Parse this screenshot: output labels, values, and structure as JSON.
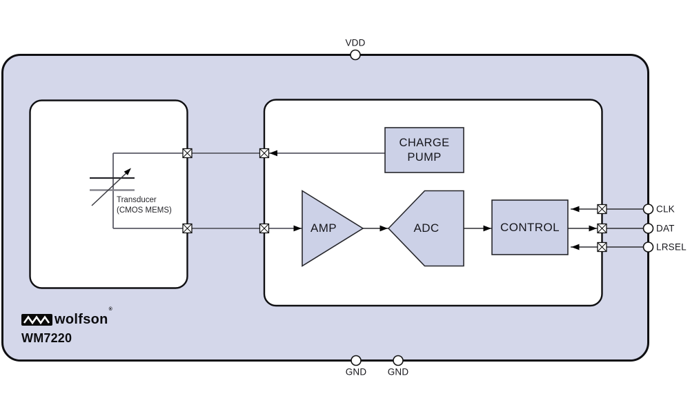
{
  "part": {
    "number": "WM7220"
  },
  "brand": {
    "name": "wolfson",
    "registered_mark": "®"
  },
  "pins": {
    "vdd": {
      "label": "VDD"
    },
    "gnd_left": {
      "label": "GND"
    },
    "gnd_right": {
      "label": "GND"
    },
    "clk": {
      "label": "CLK"
    },
    "dat": {
      "label": "DAT"
    },
    "lrsel": {
      "label": "LRSEL"
    }
  },
  "blocks": {
    "charge_pump": {
      "line1": "CHARGE",
      "line2": "PUMP"
    },
    "amp": {
      "label": "AMP"
    },
    "adc": {
      "label": "ADC"
    },
    "control": {
      "label": "CONTROL"
    }
  },
  "transducer": {
    "title": "Transducer",
    "subtitle": "(CMOS MEMS)"
  },
  "colors": {
    "chip_fill": "#d4d7ea",
    "block_fill": "#ccd1e7",
    "die_fill": "#ffffff",
    "outline": "#0f0f12",
    "wire_gray": "#5a5a64",
    "wire_dark": "#2b2b30"
  }
}
